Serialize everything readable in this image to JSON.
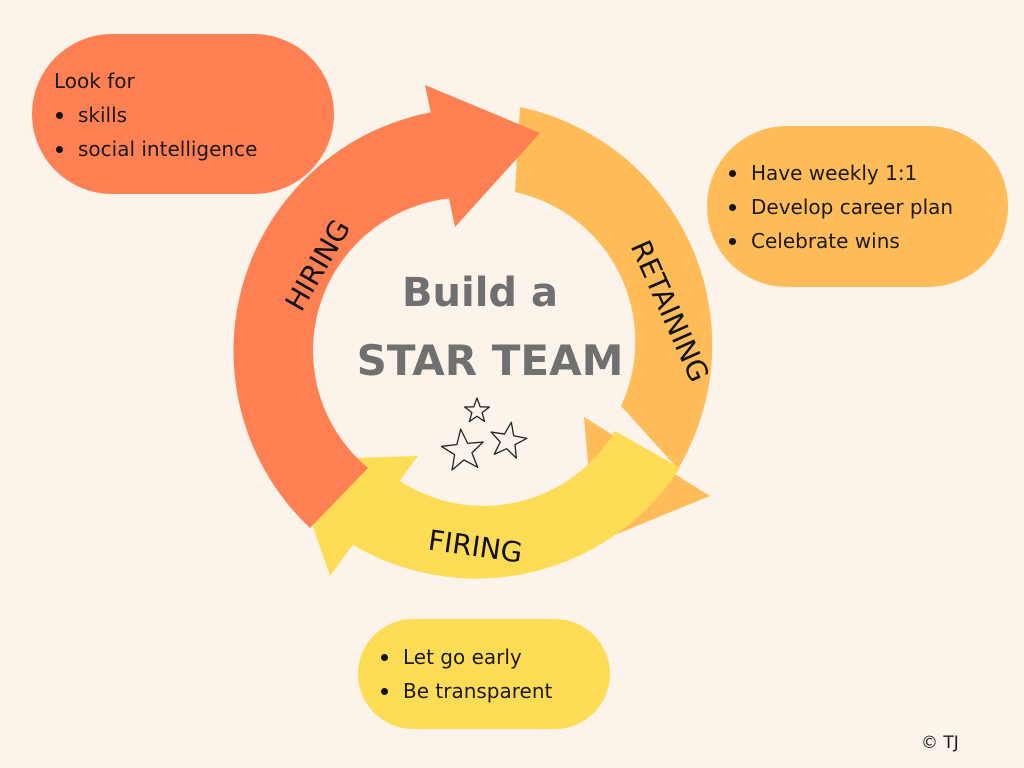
{
  "title": {
    "line1": "Build a",
    "line2": "STAR TEAM"
  },
  "stages": {
    "hiring": {
      "label": "HIRING",
      "color": "#ff8052"
    },
    "retaining": {
      "label": "RETAINING",
      "color": "#ffbc58"
    },
    "firing": {
      "label": "FIRING",
      "color": "#ffdc55"
    }
  },
  "bubbles": {
    "hiring": {
      "intro": "Look for",
      "items": [
        "skills",
        "social intelligence"
      ]
    },
    "retaining": {
      "items": [
        "Have weekly 1:1",
        "Develop career plan",
        "Celebrate wins"
      ]
    },
    "firing": {
      "items": [
        "Let go early",
        "Be transparent"
      ]
    }
  },
  "copyright": "© TJ"
}
